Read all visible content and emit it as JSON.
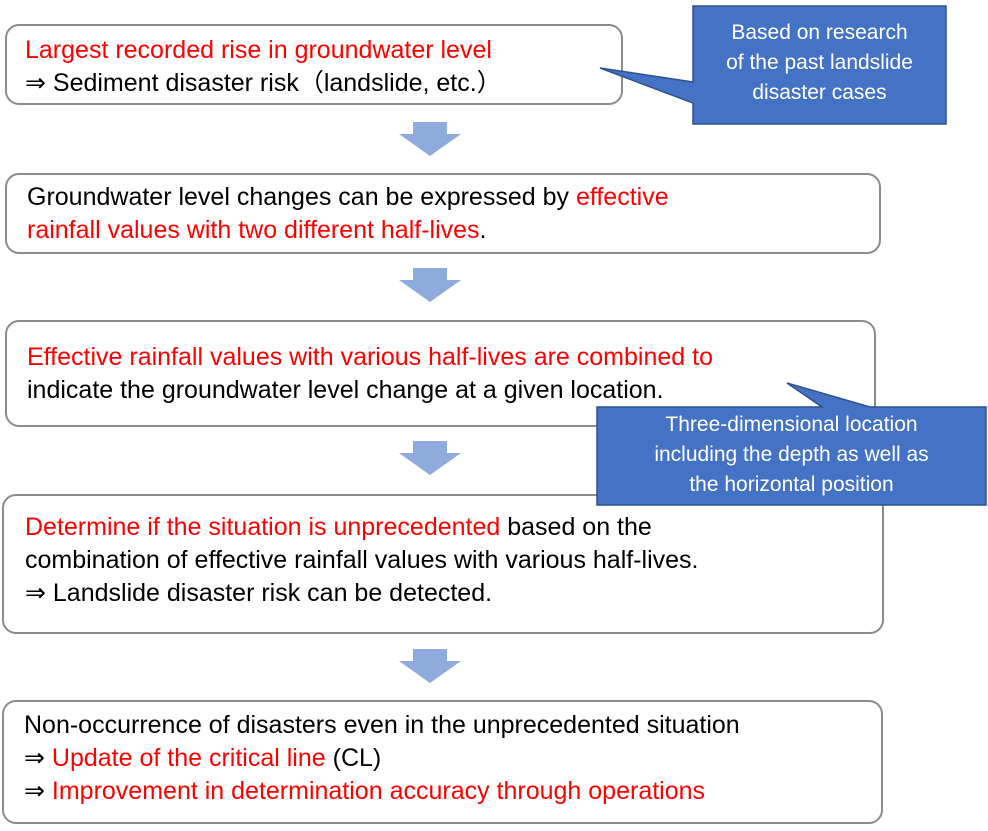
{
  "steps": [
    {
      "lines": [
        {
          "parts": [
            {
              "text": "Largest recorded rise in groundwater level",
              "red": true
            }
          ]
        },
        {
          "parts": [
            {
              "text": "⇒ Sediment disaster risk（landslide, etc.）",
              "red": false
            }
          ]
        }
      ]
    },
    {
      "lines": [
        {
          "parts": [
            {
              "text": "Groundwater level changes can be expressed by ",
              "red": false
            },
            {
              "text": "effective",
              "red": true
            }
          ]
        },
        {
          "parts": [
            {
              "text": "rainfall values with two different half-lives",
              "red": true
            },
            {
              "text": ".",
              "red": false
            }
          ]
        }
      ]
    },
    {
      "lines": [
        {
          "parts": [
            {
              "text": "Effective rainfall values with various half-lives are combined to",
              "red": true
            }
          ]
        },
        {
          "parts": [
            {
              "text": "indicate the groundwater level change at a given location.",
              "red": false
            }
          ]
        }
      ]
    },
    {
      "lines": [
        {
          "parts": [
            {
              "text": "Determine if the situation is unprecedented",
              "red": true
            },
            {
              "text": " based on the",
              "red": false
            }
          ]
        },
        {
          "parts": [
            {
              "text": "combination of effective rainfall values with various half-lives.",
              "red": false
            }
          ]
        },
        {
          "parts": [
            {
              "text": "⇒ Landslide disaster risk can be detected.",
              "red": false
            }
          ]
        }
      ]
    },
    {
      "lines": [
        {
          "parts": [
            {
              "text": "Non-occurrence of disasters even in the unprecedented situation",
              "red": false
            }
          ]
        },
        {
          "parts": [
            {
              "text": "⇒ ",
              "red": false
            },
            {
              "text": "Update of the critical line",
              "red": true
            },
            {
              "text": " (CL)",
              "red": false
            }
          ]
        },
        {
          "parts": [
            {
              "text": "⇒ ",
              "red": false
            },
            {
              "text": "Improvement in determination accuracy through operations",
              "red": true
            }
          ]
        }
      ]
    }
  ],
  "callouts": [
    {
      "lines": [
        "Based on research",
        "of the past landslide",
        "disaster cases"
      ]
    },
    {
      "lines": [
        "Three-dimensional location",
        "including the depth as well as",
        "the horizontal position"
      ]
    }
  ],
  "colors": {
    "highlight": "#ff0000",
    "callout_fill": "#4472c4",
    "callout_border": "#2f528f",
    "arrow": "#8faadc",
    "box_border": "#8c8c8c"
  }
}
